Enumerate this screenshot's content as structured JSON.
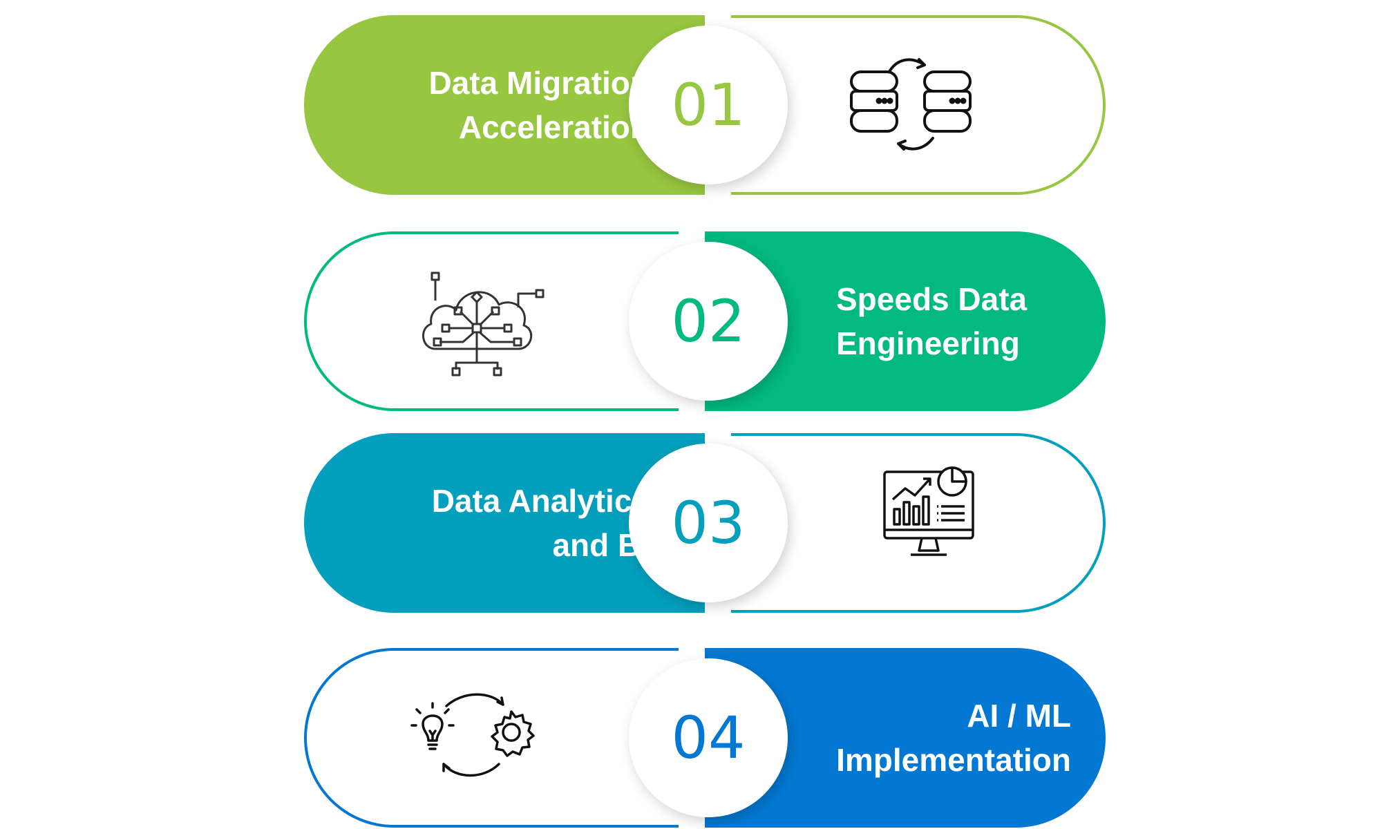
{
  "steps": [
    {
      "number": "01",
      "title": "Data Migration\nAcceleration",
      "color": "#97c641",
      "icon": "database-sync-icon"
    },
    {
      "number": "02",
      "title": "Speeds Data\nEngineering",
      "color": "#02b980",
      "icon": "cloud-network-icon"
    },
    {
      "number": "03",
      "title": "Data Analytics\nand BI",
      "color": "#039fbd",
      "icon": "analytics-monitor-icon"
    },
    {
      "number": "04",
      "title": "AI / ML\nImplementation",
      "color": "#0278d2",
      "icon": "idea-gear-cycle-icon"
    }
  ]
}
